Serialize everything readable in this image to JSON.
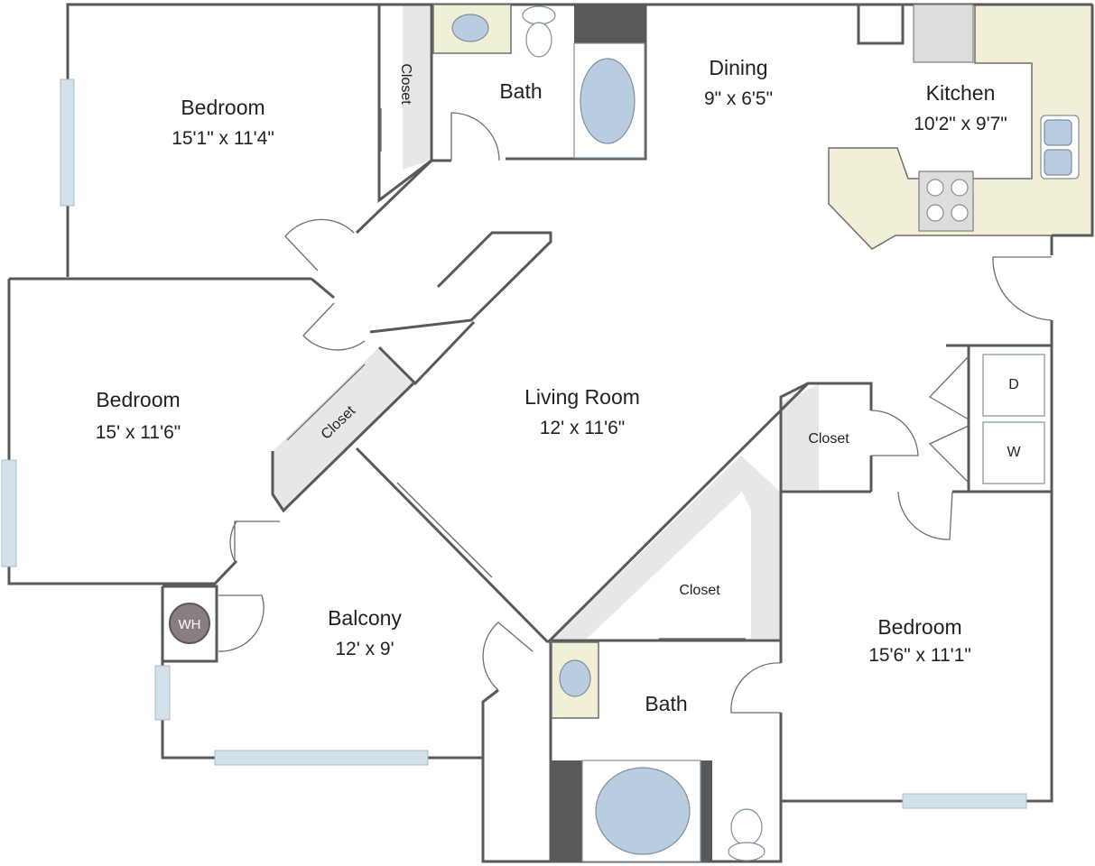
{
  "rooms": {
    "bedroom_top": {
      "name": "Bedroom",
      "dims": "15'1\" x 11'4\""
    },
    "bedroom_left": {
      "name": "Bedroom",
      "dims": "15' x 11'6\""
    },
    "bedroom_right": {
      "name": "Bedroom",
      "dims": "15'6\" x 11'1\""
    },
    "dining": {
      "name": "Dining",
      "dims": "9\" x 6'5\""
    },
    "kitchen": {
      "name": "Kitchen",
      "dims": "10'2\" x 9'7\""
    },
    "living": {
      "name": "Living Room",
      "dims": "12' x 11'6\""
    },
    "balcony": {
      "name": "Balcony",
      "dims": "12' x 9'"
    },
    "bath_top": {
      "name": "Bath"
    },
    "bath_bottom": {
      "name": "Bath"
    }
  },
  "closets": {
    "top": "Closet",
    "diagonal": "Closet",
    "right": "Closet",
    "center": "Closet"
  },
  "appliances": {
    "dryer": "D",
    "washer": "W",
    "water_heater": "WH"
  },
  "colors": {
    "wall": "#58595b",
    "window": "#d2e0ea",
    "closet": "#e7e7e7",
    "counter": "#f1f0d6",
    "fixture": "#b9cde0",
    "water_heater": "#8a7f80"
  }
}
